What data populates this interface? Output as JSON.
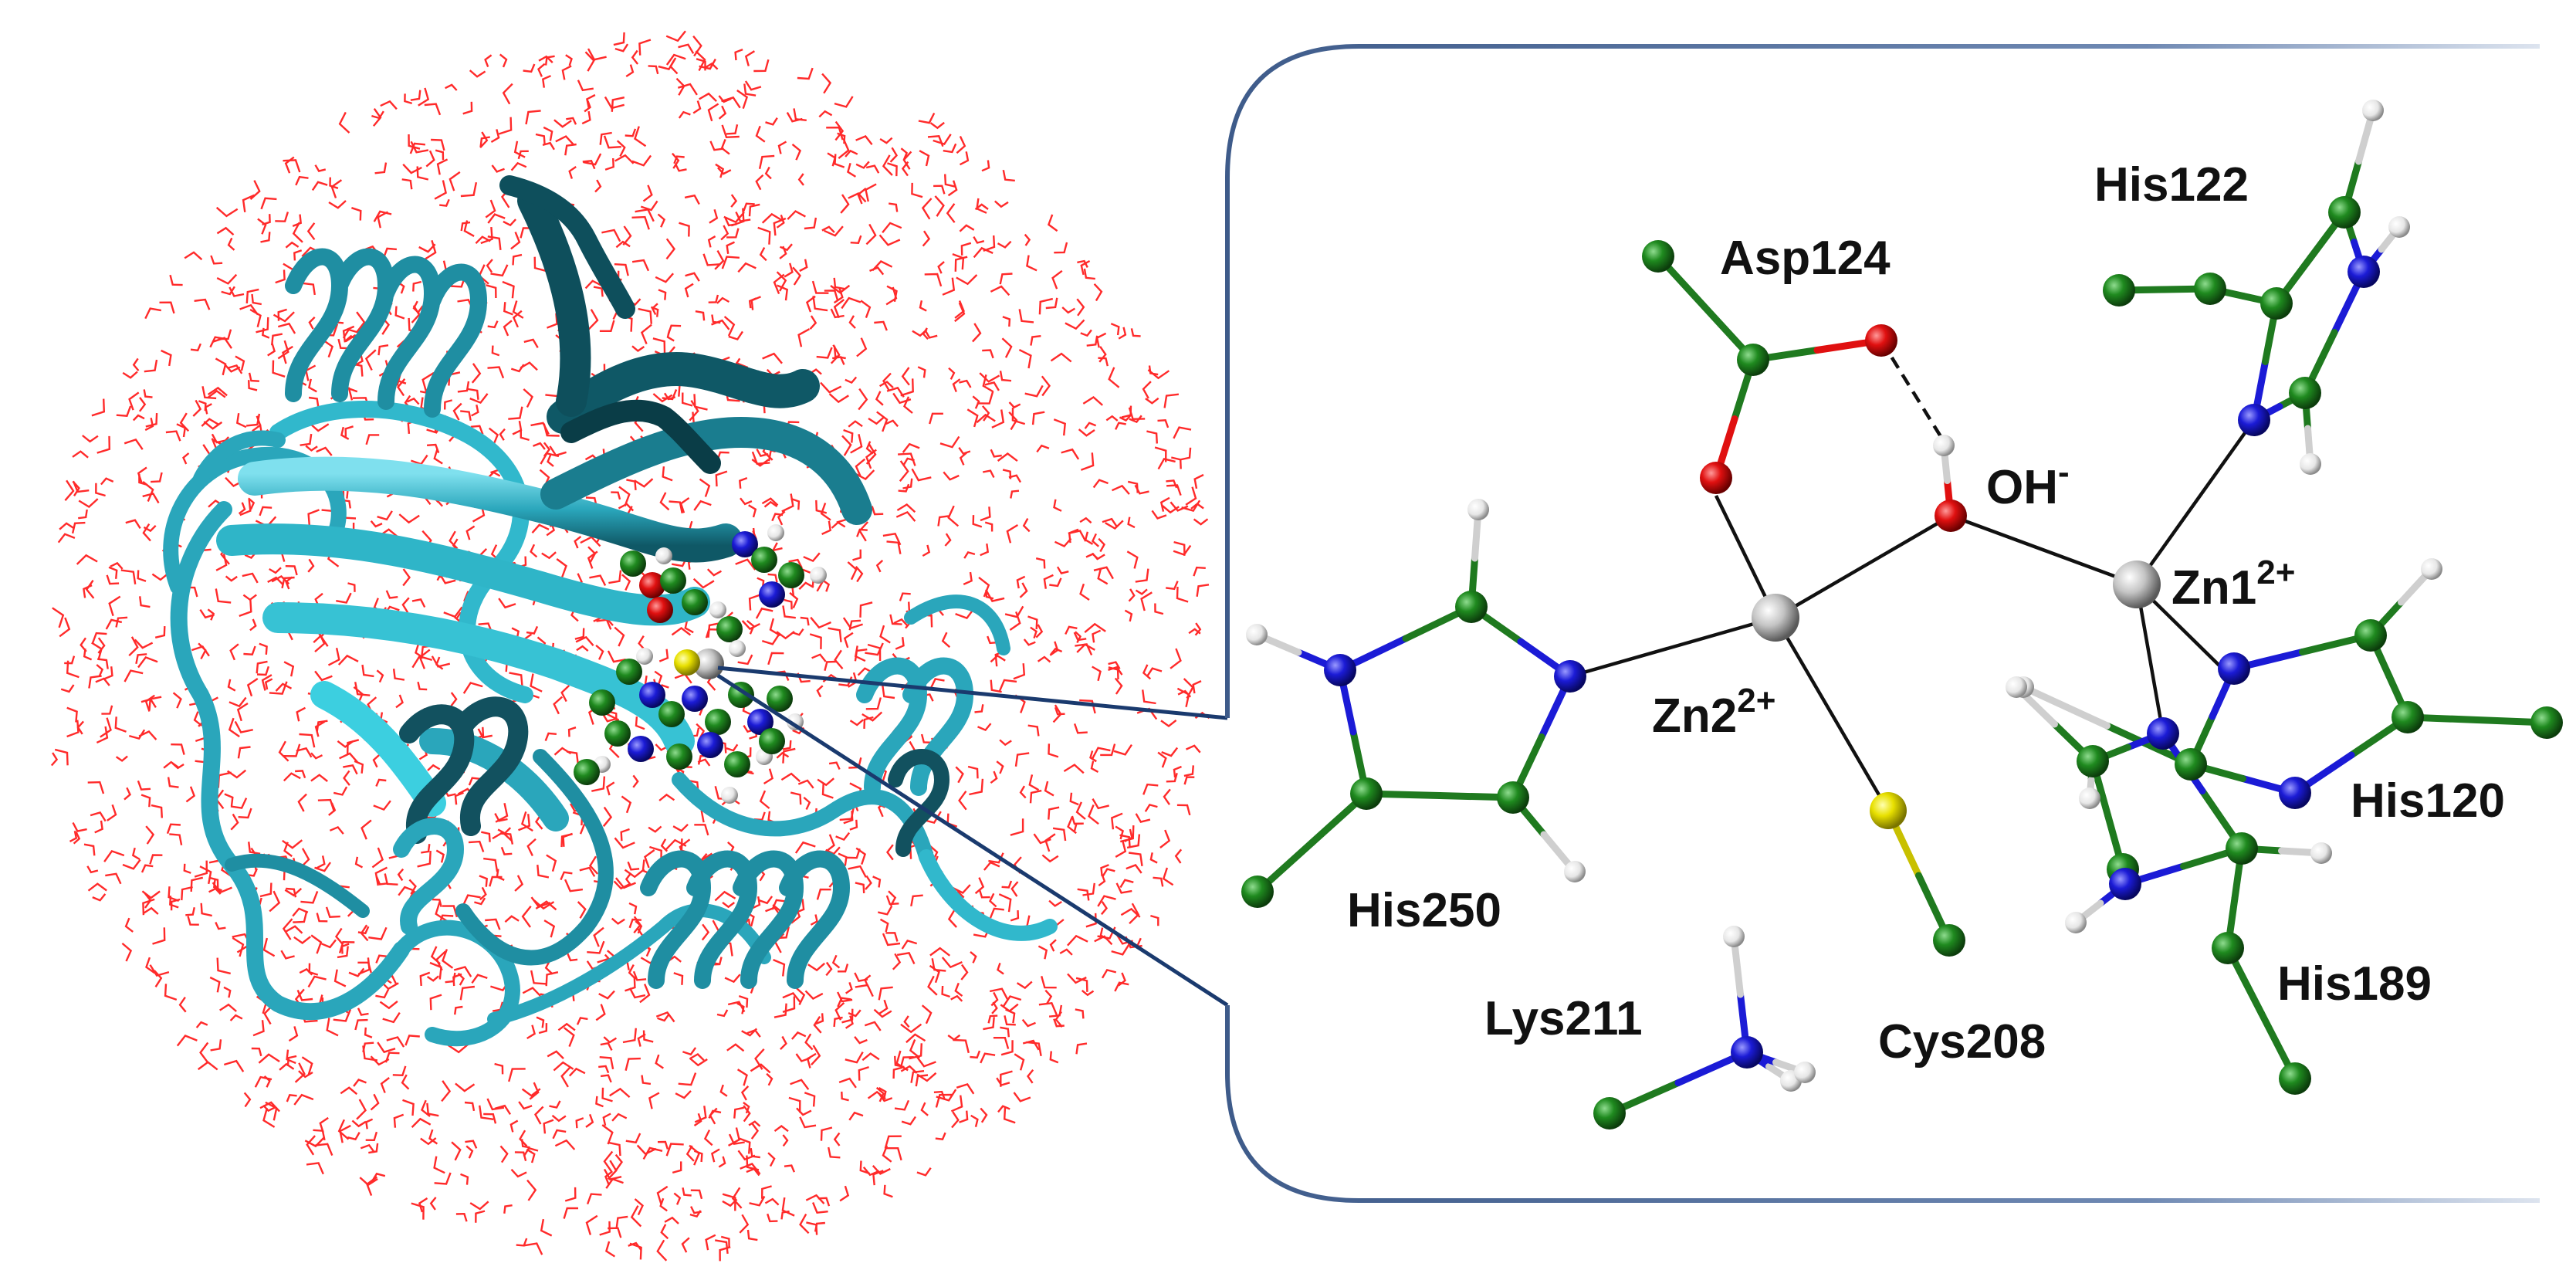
{
  "colors": {
    "carbon": "#1f7a1f",
    "nitrogen": "#1b1bd6",
    "oxygen": "#e01010",
    "hydrogen": "#f2f2f2",
    "sulfur": "#e8e000",
    "zinc": "#bdbdbd",
    "protein": "#2aa6bb",
    "protein_dark": "#12515f",
    "water": "#ff2a2a",
    "panel_border": "#3e5b8a",
    "callout": "#1a3a6e"
  },
  "labels": {
    "his122": "His122",
    "asp124": "Asp124",
    "oh": "OH",
    "oh_sup": "-",
    "zn1": "Zn1",
    "zn1_sup": "2+",
    "zn2": "Zn2",
    "zn2_sup": "2+",
    "his250": "His250",
    "his120": "His120",
    "lys211": "Lys211",
    "cys208": "Cys208",
    "his189": "His189"
  }
}
